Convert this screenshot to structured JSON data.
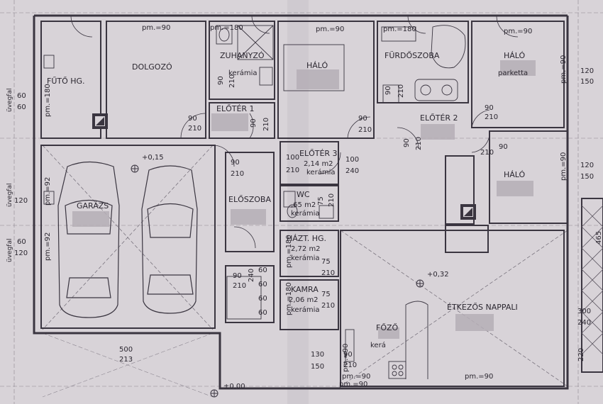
{
  "plan": {
    "paper_color": "#d8d3d8",
    "wall_color": "#3a3540",
    "blur_color": "#b5aeb6",
    "rooms": {
      "futo": "FŰTŐ HG.",
      "dolgozo": "DOLGOZÓ",
      "zuhanyzo": "ZUHANYZÓ",
      "zuh_finish": "kerámia",
      "halo1": "HÁLÓ",
      "furdo": "FÜRDŐSZOBA",
      "halo2": "HÁLÓ",
      "halo2_finish": "parketta",
      "eloter1": "ELŐTÉR 1",
      "eloter2": "ELŐTÉR 2",
      "eloter3": "ELŐTÉR 3",
      "eloter3_area": "2,14 m2",
      "eloter3_finish": "kerámia",
      "halo3": "HÁLÓ",
      "garazs": "GARÁZS",
      "eloszoba": "ELŐSZOBA",
      "wc": "WC",
      "wc_area": ",65 m2",
      "wc_finish": "kerámia",
      "hazt": "HÁZT. HG.",
      "hazt_area": "2,72 m2",
      "hazt_finish": "kerámia",
      "kamra": "KAMRA",
      "kamra_area": "2,06 m2",
      "kamra_finish": "kerámia",
      "etkezos": "ÉTKEZŐS NAPPALI",
      "fozo": "FŐZŐ",
      "fozo_finish": "kerá"
    },
    "sill": {
      "s1": "pm.=90",
      "s2": "pm.=180",
      "s3": "pm.=90",
      "s4": "pm.=180",
      "s5": "pm.=90",
      "s6": "pm.=180",
      "s7": "pm.=90",
      "s8": "pm.=92",
      "s9": "pm.=92",
      "s10": "pm.=90",
      "s11": "pm.=90",
      "s12": "pm.=180",
      "s13": "pm.=180",
      "s14": "pm.=90",
      "s15": "pm.=90",
      "s16": "pm.=90"
    },
    "levels": {
      "garage": "+0,15",
      "living": "+0,32",
      "outside": "±0,00"
    },
    "dims": {
      "d1": "90",
      "d2": "210",
      "d3": "90",
      "d4": "210",
      "d5": "90",
      "d6": "210",
      "d7": "90",
      "d8": "210",
      "d9": "90",
      "d10": "210",
      "d11": "100",
      "d12": "210",
      "d13": "100",
      "d14": "240",
      "d15": "75",
      "d16": "210",
      "d17": "75",
      "d18": "210",
      "d19": "75",
      "d20": "210",
      "d21": "240",
      "d22": "60",
      "d23": "60",
      "d24": "60",
      "d25": "60",
      "d26": "120",
      "d27": "150",
      "d28": "120",
      "d29": "150",
      "d30": "300",
      "d31": "240",
      "d32": "220",
      "d33": "465",
      "d34": "60",
      "d35": "60",
      "d36": "120",
      "d37": "60",
      "d38": "120",
      "d39": "500",
      "d40": "213",
      "d41": "130",
      "d42": "150",
      "d43": "90",
      "d44": "210",
      "d45": "90",
      "d46": "210",
      "d47": "90",
      "d48": "210",
      "d49": "90",
      "d50": "210",
      "d51": "90",
      "d52": "210",
      "d53": "90",
      "d54": "210"
    },
    "vertical": {
      "uv1": "üvegfal",
      "uv2": "üvegfal",
      "uv3": "üvegfal"
    }
  }
}
